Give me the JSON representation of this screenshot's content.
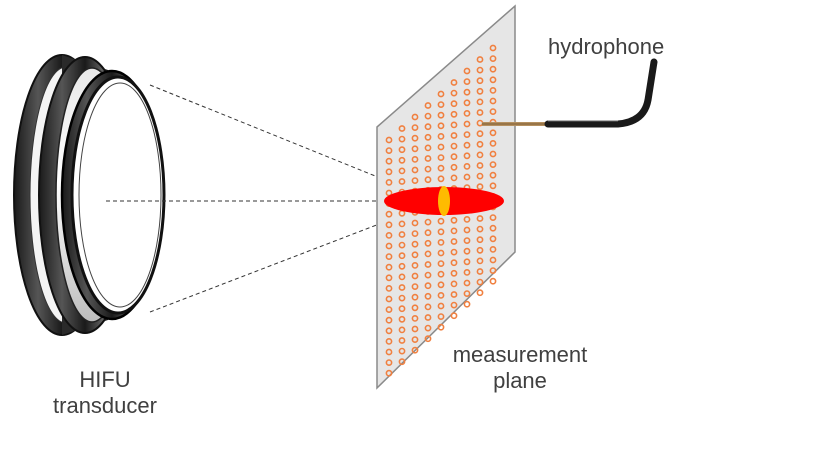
{
  "labels": {
    "transducer_line1": "HIFU",
    "transducer_line2": "transducer",
    "hydrophone": "hydrophone",
    "plane_line1": "measurement",
    "plane_line2": "plane"
  },
  "colors": {
    "focal_spot": "#ff0000",
    "focal_center": "#ffbb00",
    "grid_points": "#f08040",
    "plane_fill": "#e6e6e6",
    "plane_stroke": "#8a8a8a",
    "hydrophone_cable": "#1a1a1a",
    "hydrophone_tip": "#b59060"
  },
  "icons": {
    "transducer": "hifu-transducer-icon",
    "hydrophone": "hydrophone-icon"
  }
}
